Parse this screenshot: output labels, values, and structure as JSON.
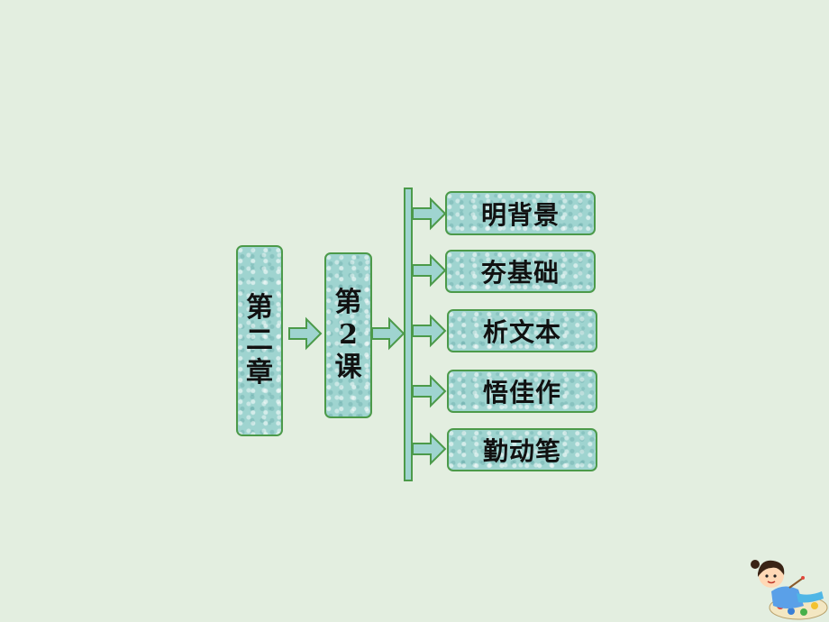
{
  "chapter": {
    "chars": [
      "第",
      "二",
      "章"
    ]
  },
  "lesson": {
    "chars": [
      "第",
      "2",
      "课"
    ]
  },
  "sections": [
    {
      "label": "明背景"
    },
    {
      "label": "夯基础"
    },
    {
      "label": "析文本"
    },
    {
      "label": "悟佳作"
    },
    {
      "label": "勤动笔"
    }
  ],
  "colors": {
    "box_fill": "#9fd4d0",
    "border": "#4c9a4a",
    "background": "#e3eee0"
  },
  "decoration": {
    "mascot": "cartoon-girl-painting-icon"
  }
}
